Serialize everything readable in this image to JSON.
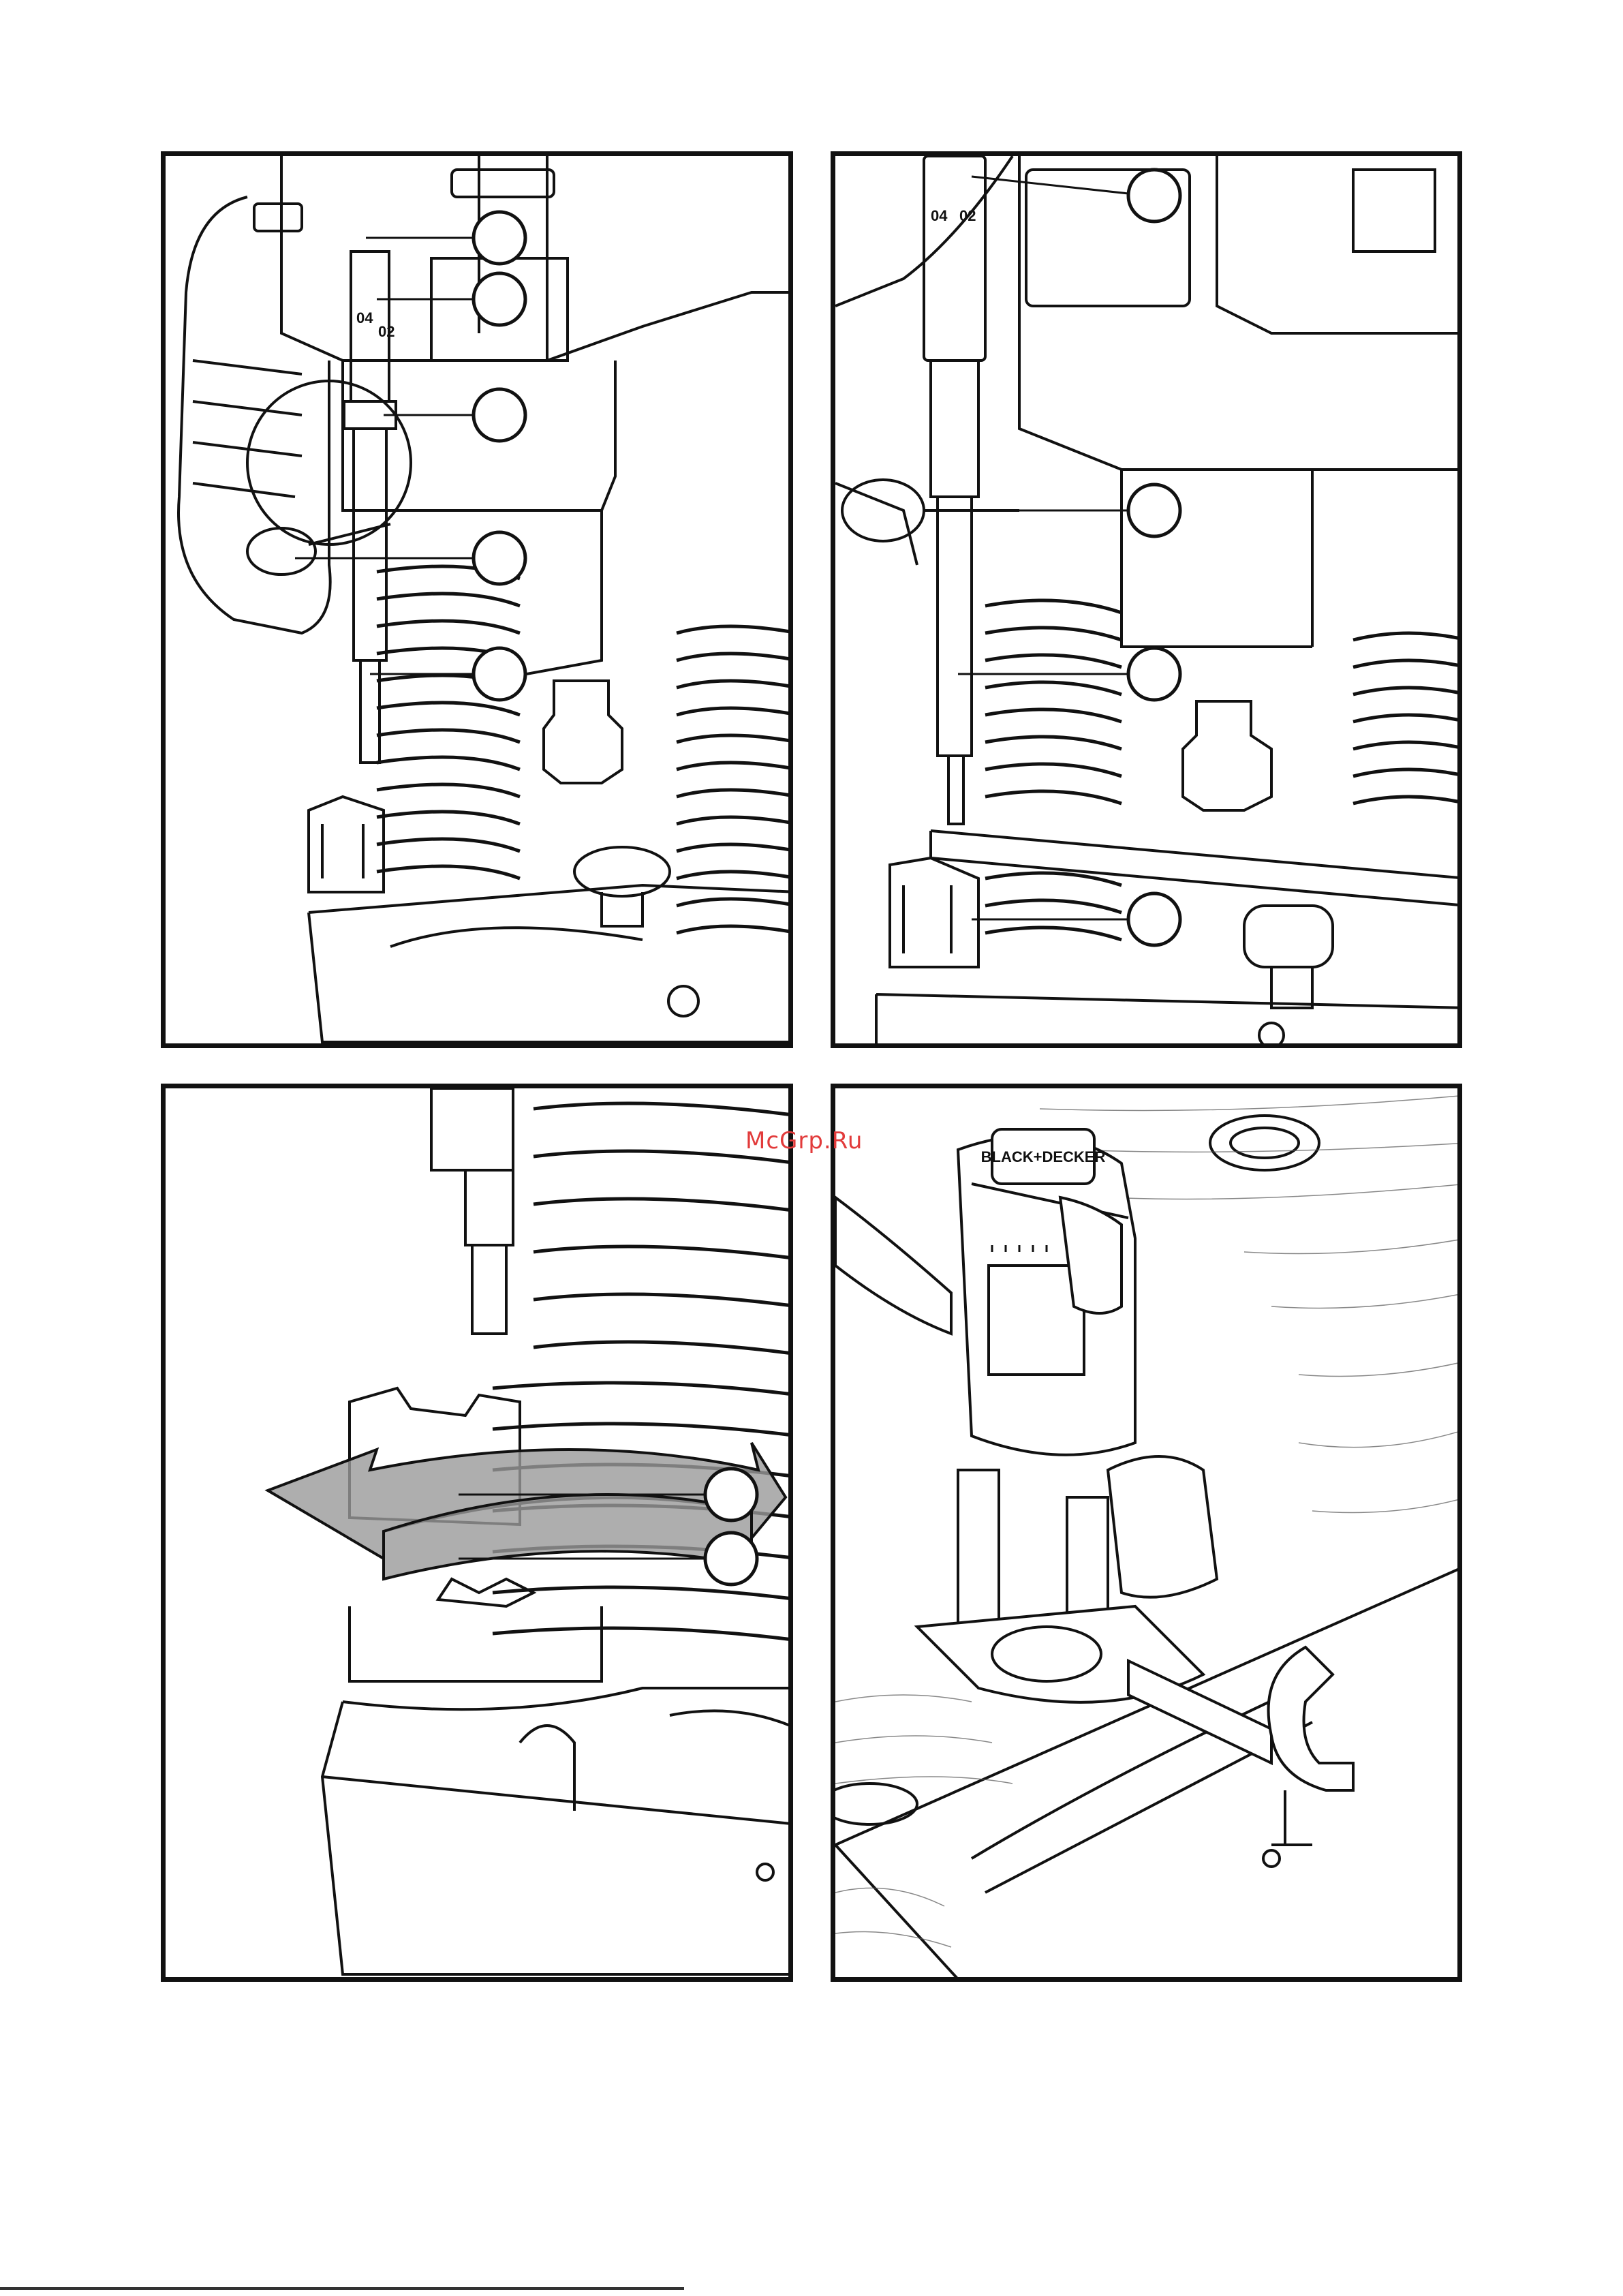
{
  "watermark": "McGrp.Ru",
  "panels": [
    {
      "id": "A",
      "callouts": 5,
      "scale_labels": [
        "04",
        "02"
      ]
    },
    {
      "id": "B",
      "callouts": 4,
      "scale_labels": [
        "04",
        "02"
      ]
    },
    {
      "id": "C",
      "callouts": 2,
      "arrow": "rotate"
    },
    {
      "id": "D",
      "callouts": 0,
      "brand_plate": "BLACK+DECKER"
    }
  ],
  "colors": {
    "line": "#111111",
    "arrow_fill": "#9a9a9a",
    "watermark": "#e23b3b"
  }
}
